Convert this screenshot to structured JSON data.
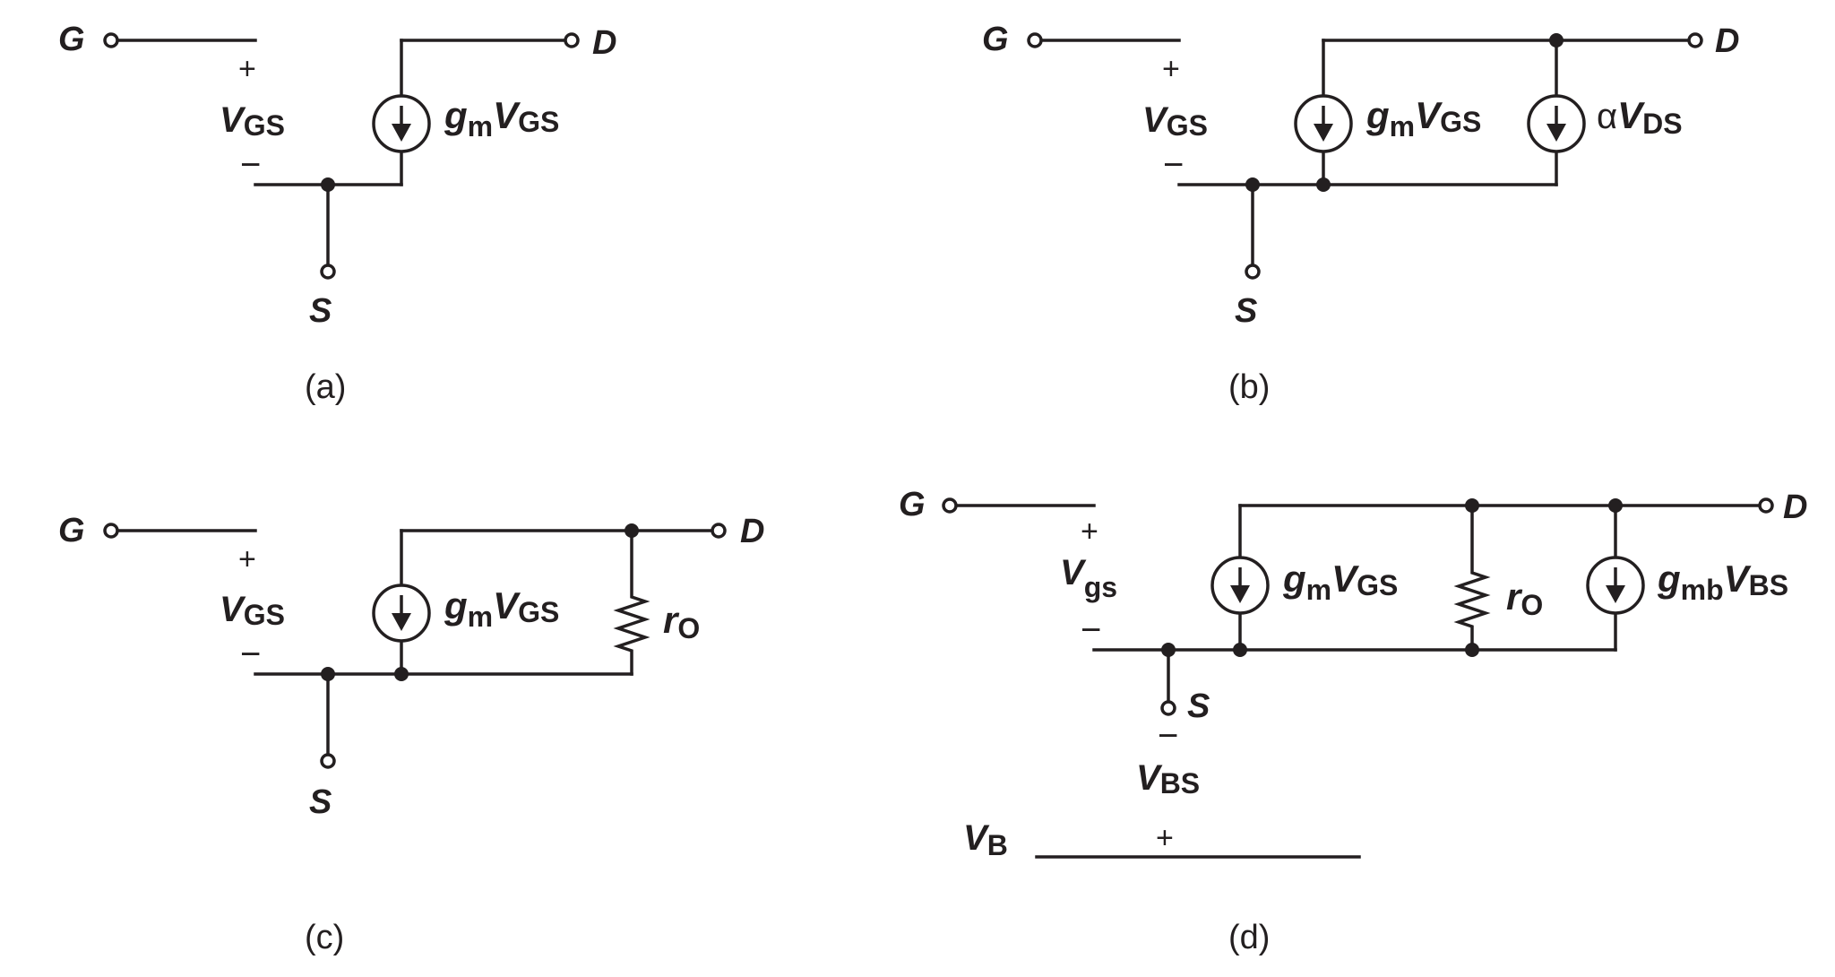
{
  "colors": {
    "ink": "#231f20",
    "background": "#ffffff"
  },
  "panels": {
    "a": {
      "caption": "(a)",
      "gate": "G",
      "drain": "D",
      "source": "S",
      "plus": "+",
      "minus": "−",
      "vgs": {
        "main": "V",
        "sub": "GS"
      },
      "source1": {
        "g": "g",
        "gsub": "m",
        "v": "V",
        "vsub": "GS"
      }
    },
    "b": {
      "caption": "(b)",
      "gate": "G",
      "drain": "D",
      "source": "S",
      "plus": "+",
      "minus": "−",
      "vgs": {
        "main": "V",
        "sub": "GS"
      },
      "source1": {
        "g": "g",
        "gsub": "m",
        "v": "V",
        "vsub": "GS"
      },
      "source2": {
        "coef": "α",
        "v": "V",
        "vsub": "DS"
      }
    },
    "c": {
      "caption": "(c)",
      "gate": "G",
      "drain": "D",
      "source": "S",
      "plus": "+",
      "minus": "−",
      "vgs": {
        "main": "V",
        "sub": "GS"
      },
      "source1": {
        "g": "g",
        "gsub": "m",
        "v": "V",
        "vsub": "GS"
      },
      "resistor": {
        "main": "r",
        "sub": "O"
      }
    },
    "d": {
      "caption": "(d)",
      "gate": "G",
      "drain": "D",
      "source": "S",
      "plus": "+",
      "minus": "−",
      "vgs": {
        "main": "V",
        "sub": "gs"
      },
      "source1": {
        "g": "g",
        "gsub": "m",
        "v": "V",
        "vsub": "GS"
      },
      "resistor": {
        "main": "r",
        "sub": "O"
      },
      "source2": {
        "g": "g",
        "gsub": "mb",
        "v": "V",
        "vsub": "BS"
      },
      "vbs": {
        "main": "V",
        "sub": "BS"
      },
      "vb": {
        "main": "V",
        "sub": "B"
      },
      "bs_minus": "−",
      "bs_plus": "+"
    }
  }
}
